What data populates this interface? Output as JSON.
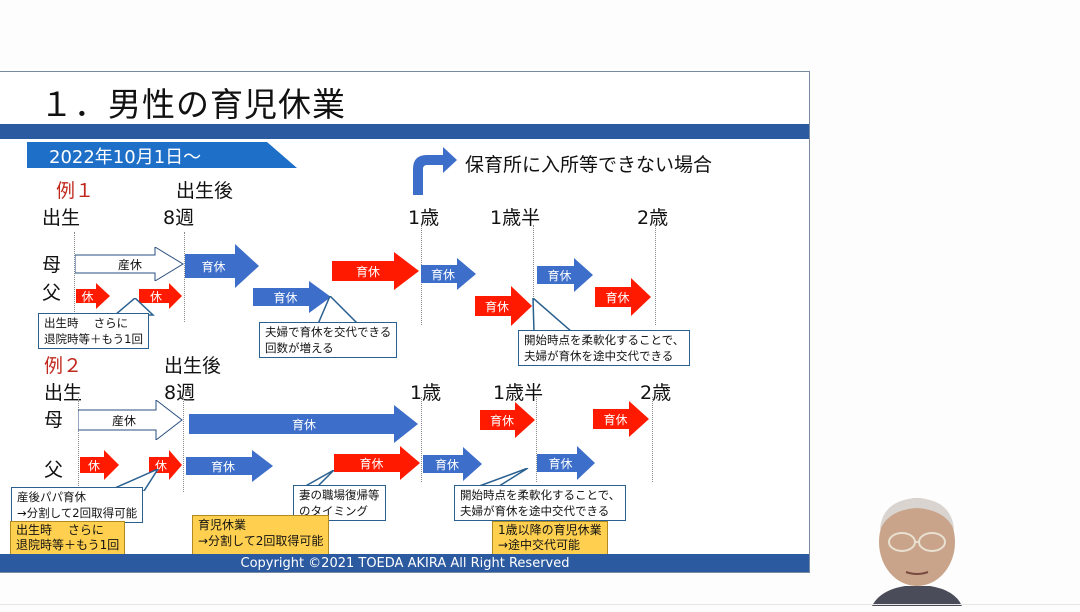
{
  "slide": {
    "title": "１．男性の育児休業",
    "date_banner": "2022年10月1日～",
    "nursery_note": "保育所に入所等できない場合",
    "footer": "Copyright ©2021 TOEDA AKIRA All Right Reserved",
    "colors": {
      "blue": "#3d6ec9",
      "red": "#ff1a00",
      "navy": "#2c5aa0",
      "yellow": "#ffd050"
    },
    "example1": {
      "label": "例１",
      "milestones": {
        "birth": "出生",
        "after_birth": "出生後",
        "week8": "8週",
        "age1": "1歳",
        "age1_5": "1歳半",
        "age2": "2歳"
      },
      "mother_label": "母",
      "father_label": "父",
      "arrows": {
        "maternity": "産休",
        "m_ikukyu1": "育休",
        "f_kyu1": "休",
        "f_kyu2": "休",
        "f_ikukyu1": "育休",
        "m_ikukyu2_red": "育休",
        "b_ikukyu_after1": "育休",
        "r_ikukyu_before1_5": "育休",
        "b_ikukyu_after1_5": "育休",
        "r_ikukyu_before2": "育休"
      },
      "callouts": {
        "birth_time": [
          "出生時　 さらに",
          "退院時等＋もう1回"
        ],
        "couple_swap": [
          "夫婦で育休を交代できる",
          "回数が増える"
        ],
        "flex_start": [
          "開始時点を柔軟化することで、",
          "夫婦が育休を途中交代できる"
        ]
      }
    },
    "example2": {
      "label": "例２",
      "milestones": {
        "birth": "出生",
        "after_birth": "出生後",
        "week8": "8週",
        "age1": "1歳",
        "age1_5": "1歳半",
        "age2": "2歳"
      },
      "mother_label": "母",
      "father_label": "父",
      "arrows": {
        "maternity": "産休",
        "m_ikukyu_long": "育休",
        "r_ikukyu_1_5": "育休",
        "r_ikukyu_2": "育休",
        "f_kyu1": "休",
        "f_kyu2": "休",
        "f_ikukyu1": "育休",
        "f_ikukyu_red": "育休",
        "b_ikukyu_after1": "育休",
        "b_ikukyu_after1_5": "育休"
      },
      "callouts": {
        "papa_leave": [
          "産後パパ育休",
          "→分割して2回取得可能"
        ],
        "return_work": [
          "妻の職場復帰等",
          "のタイミング"
        ],
        "flex_start": [
          "開始時点を柔軟化することで、",
          "夫婦が育休を途中交代できる"
        ]
      },
      "notes": {
        "birth_time": [
          "出生時　 さらに",
          "退院時等＋もう1回"
        ],
        "childcare_split": [
          "育児休業",
          "→分割して2回取得可能"
        ],
        "after_age1": [
          "1歳以降の育児休業",
          "→途中交代可能"
        ]
      }
    }
  },
  "webcam": {
    "label": "presenter-video"
  }
}
